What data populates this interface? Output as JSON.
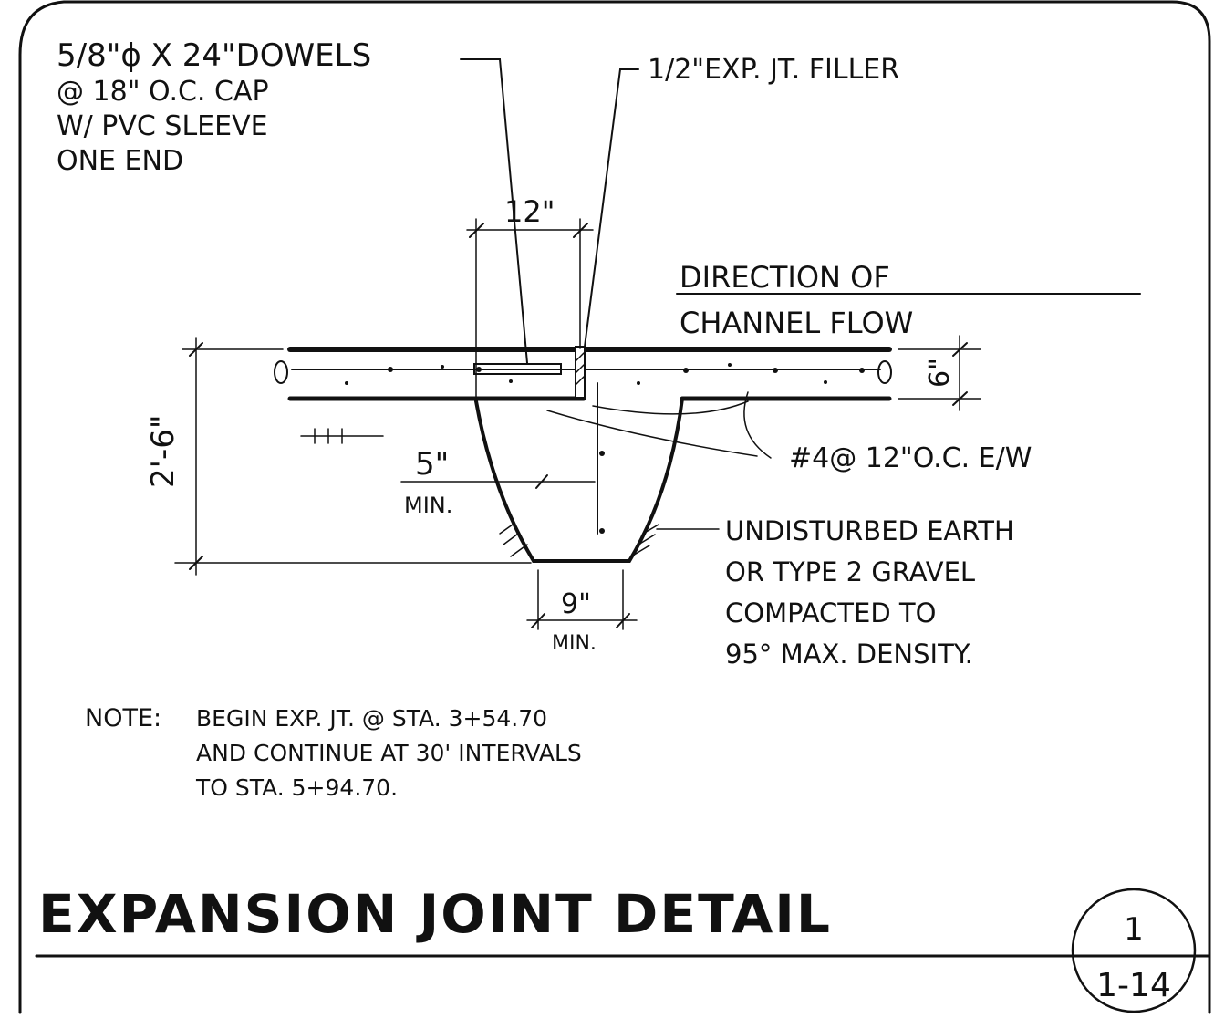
{
  "callouts": {
    "dowels": [
      "5/8\"ϕ X 24\"DOWELS",
      "@ 18\" O.C. CAP",
      "W/ PVC SLEEVE",
      "ONE END"
    ],
    "filler": "1/2\"EXP. JT. FILLER",
    "direction": [
      "DIRECTION OF",
      "CHANNEL FLOW"
    ],
    "rebar": "#4@ 12\"O.C. E/W",
    "earth": [
      "UNDISTURBED EARTH",
      "OR TYPE 2 GRAVEL",
      "COMPACTED TO",
      "95° MAX. DENSITY."
    ]
  },
  "dimensions": {
    "width_top": "12\"",
    "slab": "6\"",
    "depth": "2'-6\"",
    "edge_value": "5\"",
    "edge_min": "MIN.",
    "bottom_value": "9\"",
    "bottom_min": "MIN."
  },
  "note": {
    "label": "NOTE:",
    "lines": [
      "BEGIN EXP. JT. @ STA. 3+54.70",
      "AND CONTINUE AT 30' INTERVALS",
      "TO STA. 5+94.70."
    ]
  },
  "title": "EXPANSION JOINT DETAIL",
  "detail_marker": {
    "number": "1",
    "sheet": "1-14"
  }
}
